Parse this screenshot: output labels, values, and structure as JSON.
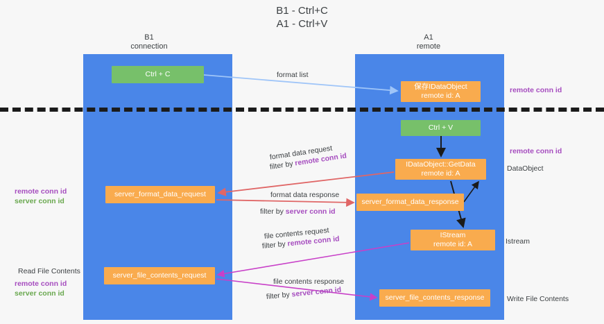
{
  "title": "B1 - Ctrl+C\nA1 - Ctrl+V",
  "columns": {
    "left": {
      "name": "B1",
      "role": "connection"
    },
    "right": {
      "name": "A1",
      "role": "remote"
    }
  },
  "nodes": {
    "ctrl_c": {
      "label": "Ctrl + C",
      "color": "#77c06a"
    },
    "idataobject": {
      "line1": "保存IDataObject",
      "line2": "remote id: A",
      "color": "#f9ab4e"
    },
    "ctrl_v": {
      "label": "Ctrl + V",
      "color": "#77c06a"
    },
    "getdata": {
      "line1": "IDataObject::GetData",
      "line2": "remote id: A",
      "color": "#f9ab4e"
    },
    "server_format_data_request": {
      "label": "server_format_data_request",
      "color": "#f9ab4e"
    },
    "server_format_data_response": {
      "label": "server_format_data_response",
      "color": "#f9ab4e"
    },
    "istream": {
      "line1": "IStream",
      "line2": "remote id: A",
      "color": "#f9ab4e"
    },
    "server_file_contents_request": {
      "label": "server_file_contents_request",
      "color": "#f9ab4e"
    },
    "server_file_contents_response": {
      "label": "server_file_contents_response",
      "color": "#f9ab4e"
    }
  },
  "edge_labels": {
    "format_list": "format list",
    "format_data_request": "format data request",
    "format_data_request_filter_prefix": "filter by ",
    "format_data_request_filter_key": "remote conn id",
    "format_data_response": "format data response",
    "format_data_response_filter_prefix": "filter by ",
    "format_data_response_filter_key": "server conn id",
    "file_contents_request": "file contents request",
    "file_contents_request_filter_prefix": "filter by ",
    "file_contents_request_filter_key": "remote conn id",
    "file_contents_response": "file contents response",
    "file_contents_response_filter_prefix": "filter by ",
    "file_contents_response_filter_key": "server conn id"
  },
  "annotations": {
    "right": {
      "remote_conn_id_top": "remote conn id",
      "remote_conn_id_mid": "remote conn id",
      "dataobject": "DataObject",
      "istream": "Istream",
      "write_file_contents": "Write File Contents"
    },
    "left": {
      "remote_conn_id_1": "remote conn id",
      "server_conn_id_1": "server conn id",
      "read_file_contents": "Read File Contents",
      "remote_conn_id_2": "remote conn id",
      "server_conn_id_2": "server conn id"
    }
  },
  "colors": {
    "lane": "#4a86e8",
    "green_node": "#77c06a",
    "orange_node": "#f9ab4e",
    "purple_key": "#a64dbf",
    "green_key": "#6aa84f",
    "arrow_light_blue": "#9fc5f8",
    "arrow_red": "#e06666",
    "arrow_magenta": "#c840c8",
    "arrow_black": "#1b1b1b",
    "background": "#f7f7f7"
  }
}
